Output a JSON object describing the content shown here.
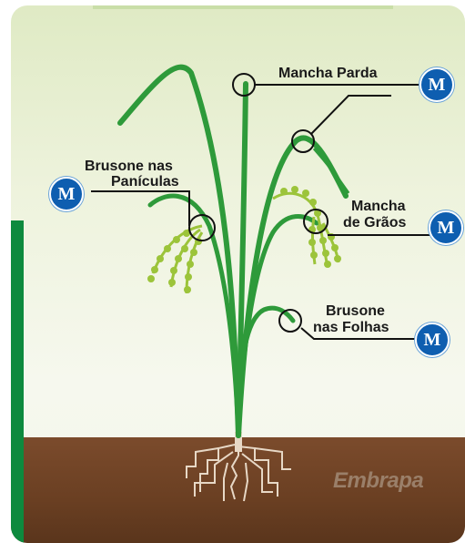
{
  "labels": {
    "mancha_parda": "Mancha Parda",
    "brusone_paniculas_1": "Brusone nas",
    "brusone_paniculas_2": "Panículas",
    "mancha_graos_1": "Mancha",
    "mancha_graos_2": "de Grãos",
    "brusone_folhas_1": "Brusone",
    "brusone_folhas_2": "nas Folhas"
  },
  "badge_text": "M",
  "logo_text": "Embrapa",
  "colors": {
    "badge": "#0e5eb0",
    "plant": "#2e9a3a",
    "grain": "#9cc43a",
    "soil": "#6a3f22",
    "side_bar": "#0d8a3e"
  }
}
